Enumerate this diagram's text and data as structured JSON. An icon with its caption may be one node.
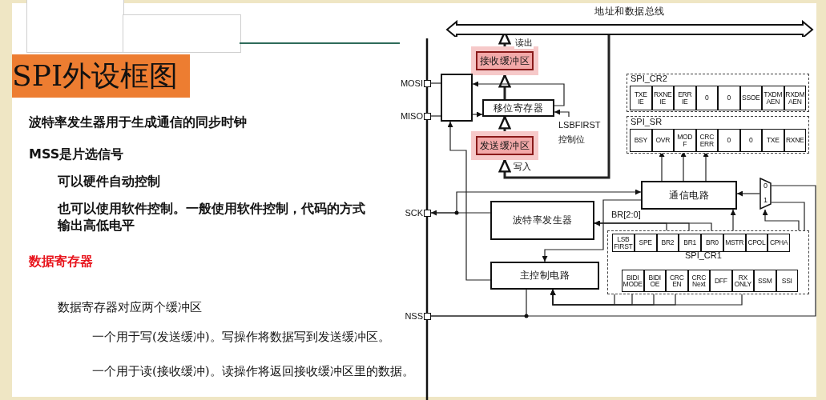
{
  "diagram": {
    "title": "SPI外设框图",
    "nodes": [
      {
        "text": [
          "地址和数据总线"
        ]
      },
      {
        "text": [
          "接收缓冲区"
        ]
      },
      {
        "text": [
          "移位寄存器"
        ]
      },
      {
        "text": [
          "发送缓冲区"
        ]
      },
      {
        "text": [],
        "shape": "box"
      },
      {
        "text": [
          "MOSI"
        ]
      },
      {
        "text": [
          "MISO"
        ]
      },
      {
        "text": [
          "SCK"
        ]
      },
      {
        "text": [
          "NSS"
        ]
      },
      {
        "text": [
          "LSBFIRST 控制位"
        ]
      },
      {
        "text": [
          "波特率发生器"
        ]
      },
      {
        "text": [
          "主控制电路"
        ]
      },
      {
        "text": [
          "通信电路"
        ]
      },
      {
        "text": [
          "0",
          "1"
        ]
      },
      {
        "text": [
          "SPI_CR2"
        ]
      },
      {
        "text": [
          "TXE IE"
        ],
        "in": 14
      },
      {
        "text": [
          "RXNE IE"
        ],
        "in": 14
      },
      {
        "text": [
          "ERR IE"
        ],
        "in": 14
      },
      {
        "text": [
          "0"
        ],
        "in": 14
      },
      {
        "text": [
          "0"
        ],
        "in": 14
      },
      {
        "text": [
          "SSOE"
        ],
        "in": 14
      },
      {
        "text": [
          "TXDM AEN"
        ],
        "in": 14
      },
      {
        "text": [
          "RXDM AEN"
        ],
        "in": 14
      },
      {
        "text": [
          "SPI_SR"
        ]
      },
      {
        "text": [
          "BSY"
        ],
        "in": 23
      },
      {
        "text": [
          "OVR"
        ],
        "in": 23
      },
      {
        "text": [
          "MOD F"
        ],
        "in": 23
      },
      {
        "text": [
          "CRC ERR"
        ],
        "in": 23
      },
      {
        "text": [
          "0"
        ],
        "in": 23
      },
      {
        "text": [
          "0"
        ],
        "in": 23
      },
      {
        "text": [
          "TXE"
        ],
        "in": 23
      },
      {
        "text": [
          "RXNE"
        ],
        "in": 23
      },
      {
        "text": [
          "SPI_CR1"
        ]
      },
      {
        "text": [
          "LSB FIRST"
        ],
        "in": 32
      },
      {
        "text": [
          "SPE"
        ],
        "in": 32
      },
      {
        "text": [
          "BR2"
        ],
        "in": 32
      },
      {
        "text": [
          "BR1"
        ],
        "in": 32
      },
      {
        "text": [
          "BR0"
        ],
        "in": 32
      },
      {
        "text": [
          "MSTR"
        ],
        "in": 32
      },
      {
        "text": [
          "CPOL"
        ],
        "in": 32
      },
      {
        "text": [
          "CPHA"
        ],
        "in": 32
      },
      {
        "text": [
          "BIDI MODE"
        ],
        "in": 32
      },
      {
        "text": [
          "BIDI OE"
        ],
        "in": 32
      },
      {
        "text": [
          "CRC EN"
        ],
        "in": 32
      },
      {
        "text": [
          "CRC Next"
        ],
        "in": 32
      },
      {
        "text": [
          "DFF"
        ],
        "in": 32
      },
      {
        "text": [
          "RX ONLY"
        ],
        "in": 32
      },
      {
        "text": [
          "SSM"
        ],
        "in": 32
      },
      {
        "text": [
          "SSI"
        ],
        "in": 32
      }
    ],
    "edges": [
      {
        "from": 1,
        "to": 0,
        "arrow": "to",
        "label": "读出",
        "style": "thick"
      },
      {
        "from": 2,
        "to": 1,
        "arrow": "to",
        "style": "thick"
      },
      {
        "from": 3,
        "to": 2,
        "arrow": "to",
        "style": "thick"
      },
      {
        "from": 0,
        "to": 3,
        "arrow": "to",
        "label": "写入",
        "style": "thick"
      },
      {
        "from": 5,
        "to": 4,
        "arrow": "none"
      },
      {
        "from": 6,
        "to": 4,
        "arrow": "none"
      },
      {
        "from": 4,
        "to": 2,
        "arrow": "to"
      },
      {
        "from": 2,
        "to": 4,
        "arrow": "to"
      },
      {
        "from": 9,
        "to": 2,
        "arrow": "to"
      },
      {
        "from": 11,
        "to": 4,
        "arrow": "to"
      },
      {
        "from": 10,
        "to": 7,
        "arrow": "to"
      },
      {
        "from": 7,
        "to": 12,
        "arrow": "to"
      },
      {
        "from": 12,
        "to": 11,
        "arrow": "to"
      },
      {
        "from": 35,
        "to": 10,
        "arrow": "to",
        "label": "BR[2:0]"
      },
      {
        "from": 36,
        "to": 10,
        "arrow": "to"
      },
      {
        "from": 37,
        "to": 10,
        "arrow": "to"
      },
      {
        "from": 12,
        "to": 25,
        "arrow": "to"
      },
      {
        "from": 12,
        "to": 26,
        "arrow": "to"
      },
      {
        "from": 12,
        "to": 27,
        "arrow": "to"
      },
      {
        "from": 38,
        "to": 12,
        "arrow": "to"
      },
      {
        "from": 13,
        "to": 12,
        "arrow": "to"
      },
      {
        "from": 47,
        "to": 13,
        "arrow": "to"
      },
      {
        "from": 48,
        "to": 13,
        "arrow": "none"
      },
      {
        "from": 8,
        "to": 13,
        "arrow": "none"
      },
      {
        "from": 8,
        "to": 11,
        "arrow": "none"
      },
      {
        "from": 34,
        "to": 11,
        "arrow": "to"
      },
      {
        "from": 41,
        "to": 11,
        "arrow": "to"
      },
      {
        "from": 42,
        "to": 11,
        "arrow": "to"
      },
      {
        "from": 43,
        "to": 11,
        "arrow": "to"
      },
      {
        "from": 46,
        "to": 11,
        "arrow": "to"
      }
    ],
    "labels": [
      "波特率发生器用于生成通信的同步时钟",
      "MSS是片选信号",
      "可以硬件自动控制",
      "也可以使用软件控制。一般使用软件控制，代码的方式输出高低电平",
      "数据寄存器",
      "数据寄存器对应两个缓冲区",
      "一个用于写(发送缓冲)。写操作将数据写到发送缓冲区。",
      "一个用于读(接收缓冲)。读操作将返回接收缓冲区里的数据。"
    ]
  }
}
